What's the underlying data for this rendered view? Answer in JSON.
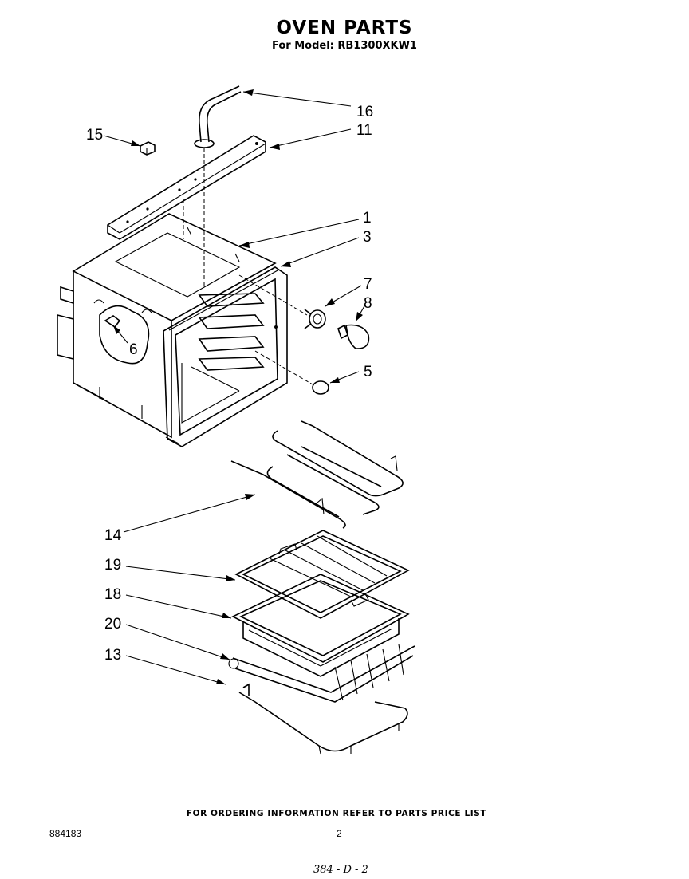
{
  "header": {
    "title": "OVEN PARTS",
    "subtitle": "For Model: RB1300XKW1"
  },
  "callouts": [
    {
      "id": "16",
      "label": "16"
    },
    {
      "id": "15",
      "label": "15"
    },
    {
      "id": "11",
      "label": "11"
    },
    {
      "id": "1",
      "label": "1"
    },
    {
      "id": "3",
      "label": "3"
    },
    {
      "id": "7",
      "label": "7"
    },
    {
      "id": "8",
      "label": "8"
    },
    {
      "id": "6",
      "label": "6"
    },
    {
      "id": "5",
      "label": "5"
    },
    {
      "id": "14",
      "label": "14"
    },
    {
      "id": "19",
      "label": "19"
    },
    {
      "id": "18",
      "label": "18"
    },
    {
      "id": "20",
      "label": "20"
    },
    {
      "id": "13",
      "label": "13"
    }
  ],
  "footer": {
    "ordering_note": "FOR ORDERING INFORMATION REFER TO PARTS PRICE LIST",
    "document_number": "884183",
    "page_number": "2",
    "handwritten_note": "384 - D - 2"
  }
}
